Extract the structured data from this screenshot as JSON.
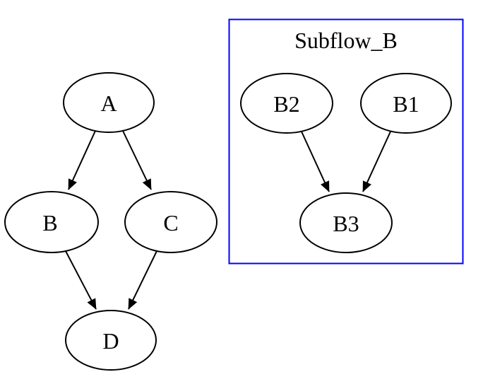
{
  "diagram": {
    "type": "directed-graph",
    "background_color": "#ffffff",
    "node_fill_color": "#ffffff",
    "node_stroke_color": "#000000",
    "edge_color": "#000000",
    "cluster": {
      "title": "Subflow_B",
      "border_color": "#0000ff",
      "member_nodes": [
        "B2",
        "B1",
        "B3"
      ]
    },
    "nodes": {
      "A": {
        "label": "A"
      },
      "B": {
        "label": "B"
      },
      "C": {
        "label": "C"
      },
      "D": {
        "label": "D"
      },
      "B2": {
        "label": "B2"
      },
      "B1": {
        "label": "B1"
      },
      "B3": {
        "label": "B3"
      }
    },
    "edges": [
      {
        "from": "A",
        "to": "B"
      },
      {
        "from": "A",
        "to": "C"
      },
      {
        "from": "B",
        "to": "D"
      },
      {
        "from": "C",
        "to": "D"
      },
      {
        "from": "B2",
        "to": "B3"
      },
      {
        "from": "B1",
        "to": "B3"
      }
    ]
  }
}
